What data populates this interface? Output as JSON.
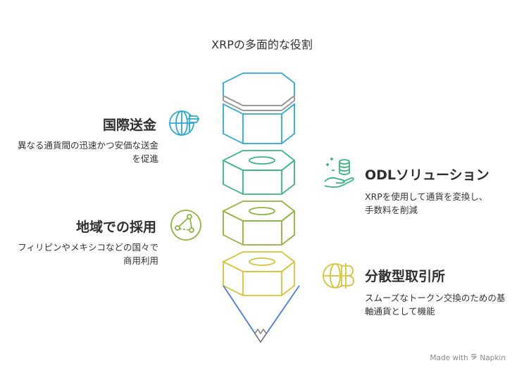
{
  "title": "XRPの多面的な役割",
  "items": [
    {
      "heading": "国際送金",
      "description": "異なる通貨間の迅速かつ安価な送金を促進",
      "color": "#2fa8d6",
      "icon": "globe-icon"
    },
    {
      "heading": "ODLソリューション",
      "description": "XRPを使用して通貨を変換し、手数料を削減",
      "color": "#3bb57e",
      "icon": "coins-hand-icon"
    },
    {
      "heading": "地域での採用",
      "description": "フィリピンやメキシコなどの国々で商用利用",
      "color": "#8db43c",
      "icon": "network-icon"
    },
    {
      "heading": "分散型取引所",
      "description": "スムーズなトークン交換のための基軸通貨として機能",
      "color": "#d8c23a",
      "icon": "baht-icon"
    }
  ],
  "footer": {
    "label": "Made with",
    "brand": "Napkin"
  },
  "colors": {
    "pencil_lead": "#4c7bd6",
    "ferrule": "#999999"
  }
}
